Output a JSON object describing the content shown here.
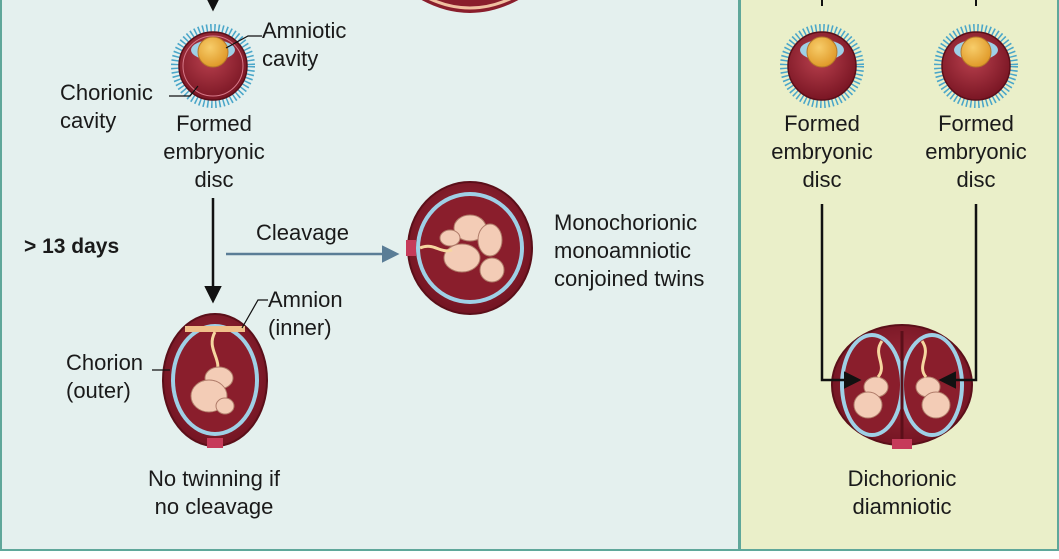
{
  "colors": {
    "left_panel": "#e4f0ee",
    "right_panel": "#eaefc9",
    "panel_border": "#5fa79a",
    "cavity_red": "#8a1e2c",
    "cavity_mid": "#b23a47",
    "amnion_blue": "#9fd0e6",
    "yolk": "#f0b443",
    "fetus": "#f3ccb6",
    "cilia": "#4aa6c9",
    "arrow": "#111111",
    "cleavage_arrow": "#5a7d96"
  },
  "left": {
    "embryo_labels": {
      "amniotic_cavity_1": "Amniotic",
      "amniotic_cavity_2": "cavity",
      "chorionic_cavity_1": "Chorionic",
      "chorionic_cavity_2": "cavity",
      "formed_disc_1": "Formed",
      "formed_disc_2": "embryonic",
      "formed_disc_3": "disc"
    },
    "time_label": "> 13 days",
    "cleavage_label": "Cleavage",
    "conjoined_1": "Monochorionic",
    "conjoined_2": "monoamniotic",
    "conjoined_3": "conjoined twins",
    "amnion_1": "Amnion",
    "amnion_2": "(inner)",
    "chorion_1": "Chorion",
    "chorion_2": "(outer)",
    "no_twin_1": "No twinning if",
    "no_twin_2": "no cleavage"
  },
  "right": {
    "disc_a_1": "Formed",
    "disc_a_2": "embryonic",
    "disc_a_3": "disc",
    "disc_b_1": "Formed",
    "disc_b_2": "embryonic",
    "disc_b_3": "disc",
    "result_1": "Dichorionic",
    "result_2": "diamniotic"
  },
  "icons": [
    "blastocyst-icon",
    "fetus-icon",
    "arrow-icon"
  ]
}
